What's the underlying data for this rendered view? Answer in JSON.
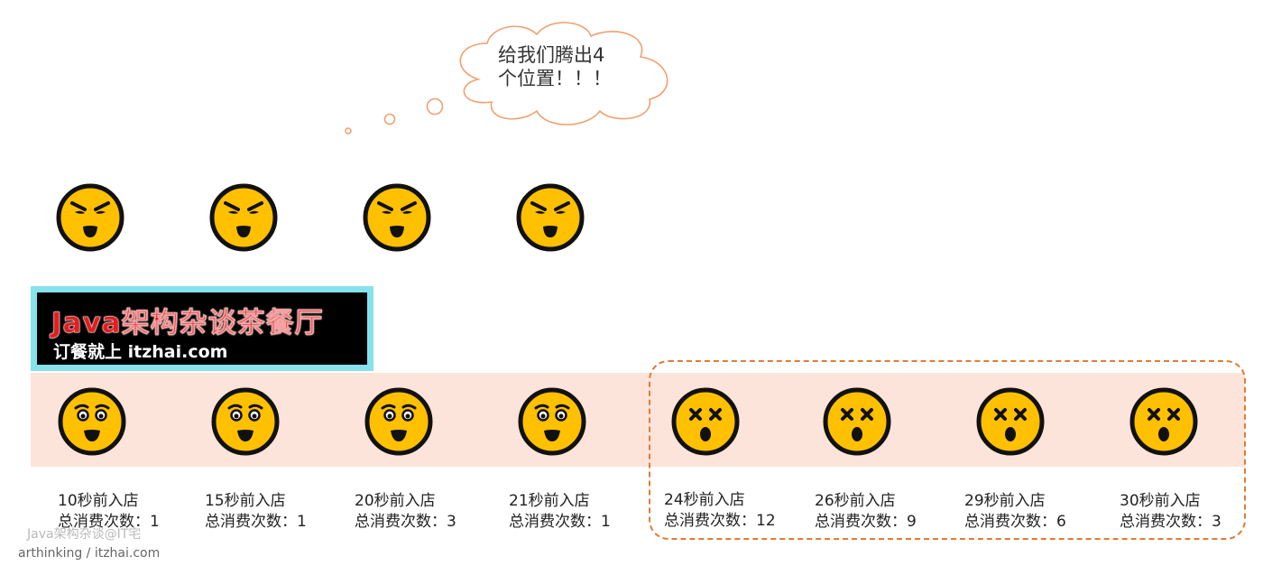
{
  "speech": {
    "line1": "给我们腾出4",
    "line2": "个位置！！！"
  },
  "banner": {
    "title": "Java架构杂谈茶餐厅",
    "subtitle": "订餐就上 itzhai.com"
  },
  "waiting_customers": [
    {
      "mood": "angry"
    },
    {
      "mood": "angry"
    },
    {
      "mood": "angry"
    },
    {
      "mood": "angry"
    }
  ],
  "seated_customers": [
    {
      "mood": "content",
      "line1": "10秒前入店",
      "line2": "总消费次数：1",
      "evict": false
    },
    {
      "mood": "content",
      "line1": "15秒前入店",
      "line2": "总消费次数：1",
      "evict": false
    },
    {
      "mood": "content",
      "line1": "20秒前入店",
      "line2": "总消费次数：3",
      "evict": false
    },
    {
      "mood": "content",
      "line1": "21秒前入店",
      "line2": "总消费次数：1",
      "evict": false
    },
    {
      "mood": "shocked",
      "line1": "24秒前入店",
      "line2": "总消费次数：12",
      "evict": true
    },
    {
      "mood": "shocked",
      "line1": "26秒前入店",
      "line2": "总消费次数：9",
      "evict": true
    },
    {
      "mood": "shocked",
      "line1": "29秒前入店",
      "line2": "总消费次数：6",
      "evict": true
    },
    {
      "mood": "shocked",
      "line1": "30秒前入店",
      "line2": "总消费次数：3",
      "evict": true
    }
  ],
  "watermark": {
    "line1": "Java架构杂谈@IT宅",
    "line2": "arthinking / itzhai.com"
  },
  "colors": {
    "face": "#ffc000",
    "outline": "#111111",
    "band": "#fce4da",
    "dashed_border": "#e07b38",
    "banner_border": "#86e2ec",
    "cloud_stroke": "#f0a070"
  }
}
